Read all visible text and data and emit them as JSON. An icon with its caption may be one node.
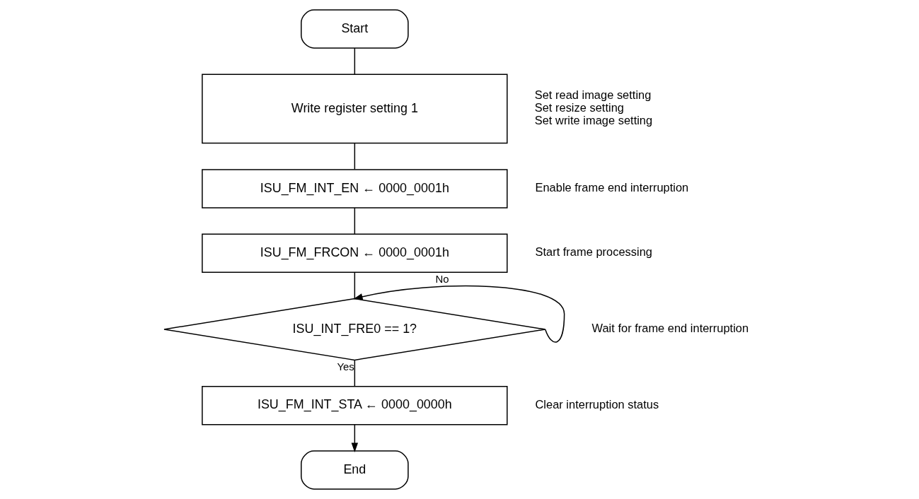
{
  "diagram": {
    "nodes": [
      {
        "text": [
          "Start"
        ]
      },
      {
        "text": [
          "Write register setting 1"
        ],
        "beside": [
          "Set read image setting",
          "Set resize setting",
          "Set write image setting"
        ]
      },
      {
        "text": [
          "ISU_FM_INT_EN ← 0000_0001h"
        ],
        "beside": [
          "Enable frame end interruption"
        ]
      },
      {
        "text": [
          "ISU_FM_FRCON ← 0000_0001h"
        ],
        "beside": [
          "Start frame processing"
        ]
      },
      {
        "text": [
          "ISU_INT_FRE0 == 1?"
        ],
        "beside": [
          "Wait for frame end interruption"
        ]
      },
      {
        "text": [
          "ISU_FM_INT_STA ← 0000_0000h"
        ],
        "beside": [
          "Clear interruption status"
        ]
      },
      {
        "text": [
          "End"
        ]
      }
    ],
    "edges": [
      {
        "from": 0,
        "to": 1,
        "arrow": "none"
      },
      {
        "from": 1,
        "to": 2,
        "arrow": "none"
      },
      {
        "from": 2,
        "to": 3,
        "arrow": "none"
      },
      {
        "from": 3,
        "to": 4,
        "arrow": "none"
      },
      {
        "from": 4,
        "to": 4,
        "arrow": "to",
        "label": "No"
      },
      {
        "from": 4,
        "to": 5,
        "arrow": "none",
        "label": "Yes"
      },
      {
        "from": 5,
        "to": 6,
        "arrow": "to"
      }
    ]
  }
}
